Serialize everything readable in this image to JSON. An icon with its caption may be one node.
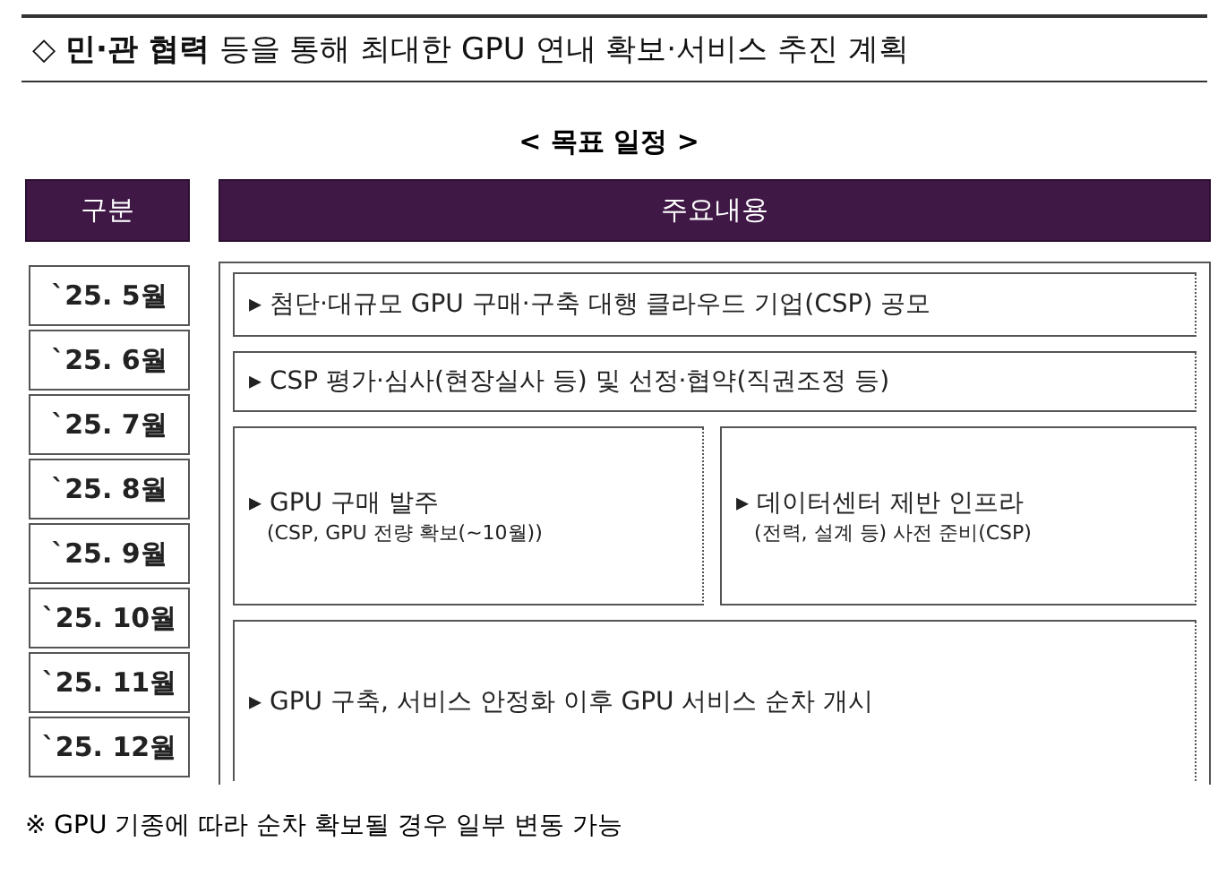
{
  "diagram": {
    "title": "◇ **민·관 협력** 등을 통해 최대한 GPU 연내 확보·서비스 추진 계획",
    "nodes": [
      {
        "text": [
          "구분"
        ]
      },
      {
        "text": [
          "주요내용"
        ]
      },
      {
        "text": [
          "`25. 5월"
        ]
      },
      {
        "text": [
          "`25. 6월"
        ]
      },
      {
        "text": [
          "`25. 7월"
        ]
      },
      {
        "text": [
          "`25. 8월"
        ]
      },
      {
        "text": [
          "`25. 9월"
        ]
      },
      {
        "text": [
          "`25. 10월"
        ]
      },
      {
        "text": [
          "`25. 11월"
        ]
      },
      {
        "text": [
          "`25. 12월"
        ]
      },
      {
        "text": [
          "▸ 첨단·대규모 GPU 구매·구축 대행 클라우드 기업(CSP) 공모"
        ]
      },
      {
        "text": [
          "▸ CSP 평가·심사(현장실사 등) 및 선정·협약(직권조정 등)"
        ]
      },
      {
        "text": [
          "▸ GPU 구매 발주",
          "(CSP, GPU 전량 확보(~10월))"
        ]
      },
      {
        "text": [
          "▸ 데이터센터 제반 인프라",
          "(전력, 설계 등) 사전 준비(CSP)"
        ]
      },
      {
        "text": [
          "▸ GPU 구축, 서비스 안정화 이후 GPU 서비스 순차 개시"
        ]
      }
    ],
    "edges": [],
    "labels": [
      "< 목표 일정 >",
      "※ GPU 기종에 따라 순차 확보될 경우 일부 변동 가능"
    ]
  }
}
